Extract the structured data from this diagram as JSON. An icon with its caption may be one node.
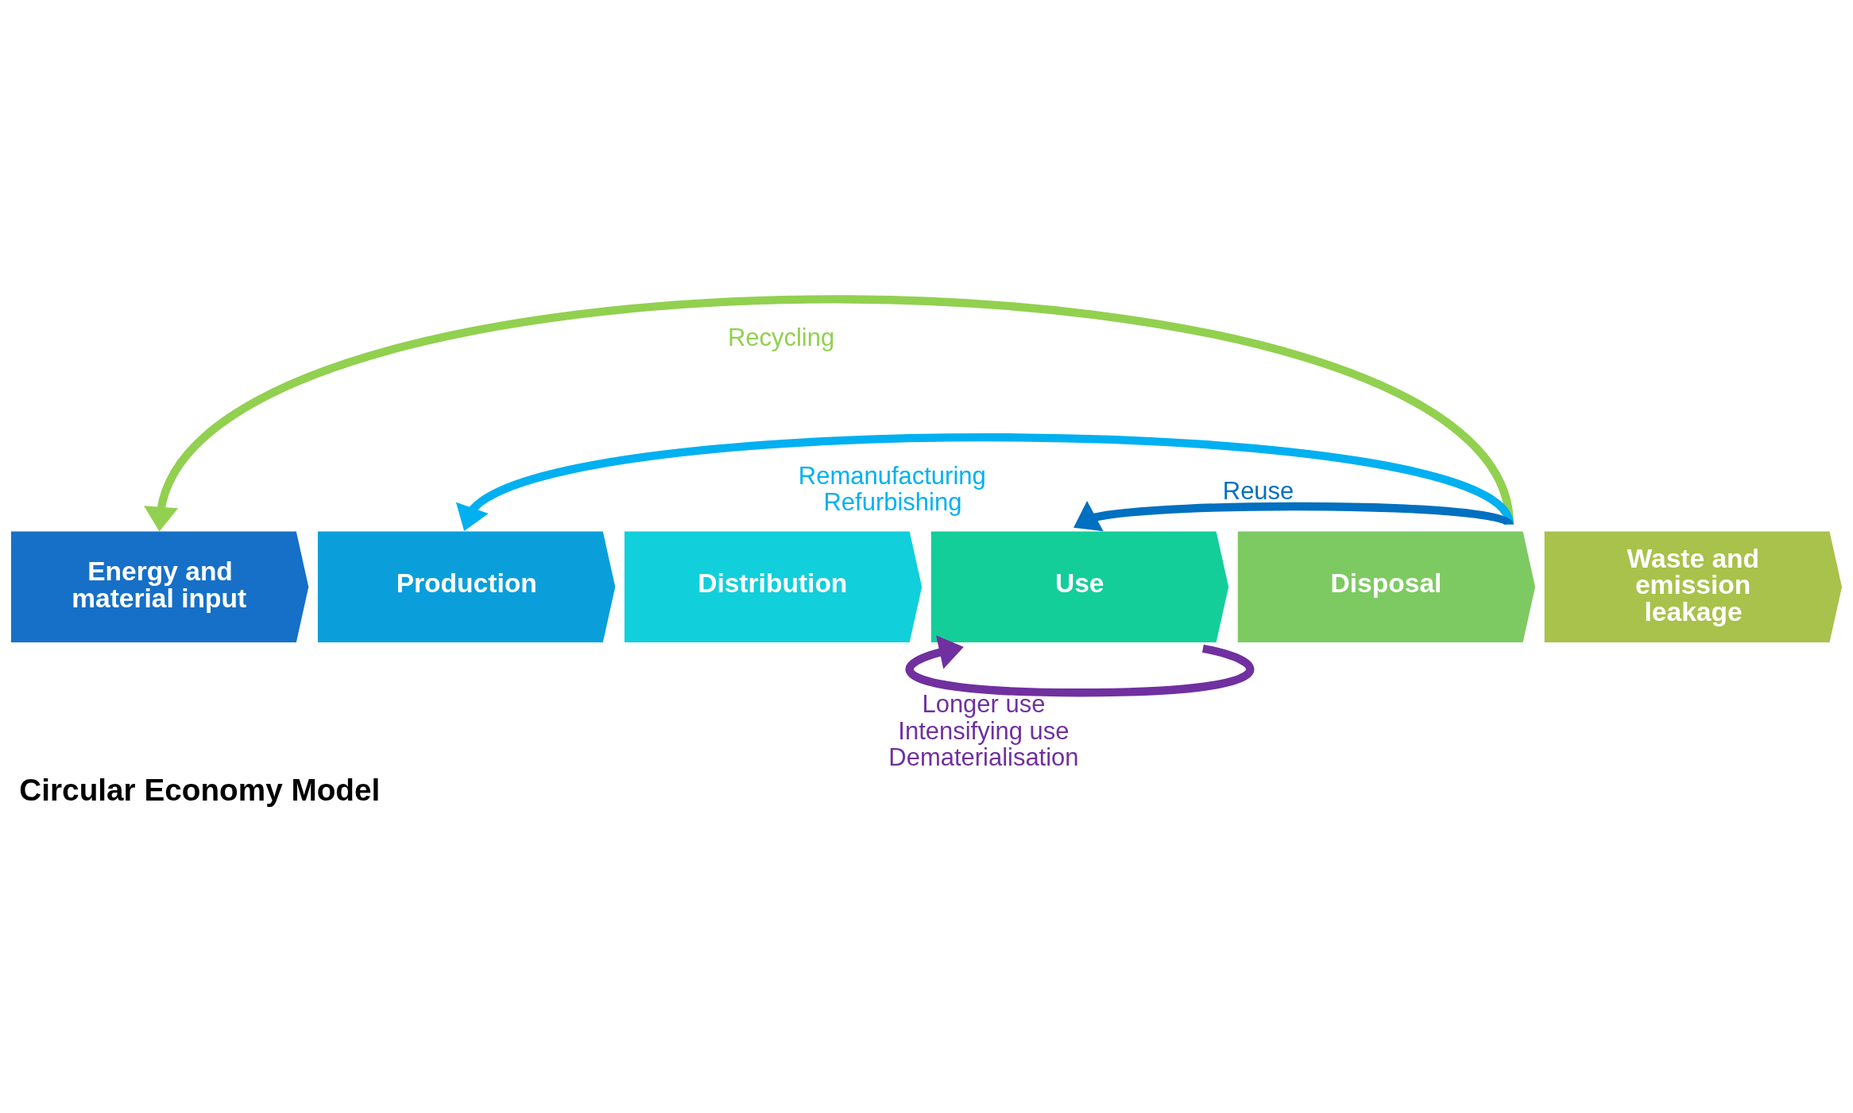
{
  "diagram": {
    "title": "Circular Economy Model",
    "nodes": [
      {
        "text": [
          "Energy and material input"
        ]
      },
      {
        "text": [
          "Production"
        ]
      },
      {
        "text": [
          "Distribution"
        ]
      },
      {
        "text": [
          "Use"
        ]
      },
      {
        "text": [
          "Disposal"
        ]
      },
      {
        "text": [
          "Waste and emission leakage"
        ]
      }
    ],
    "edges": [
      {
        "from": 4,
        "to": 0,
        "arrow": "to",
        "label": "Recycling",
        "color": "#92d050"
      },
      {
        "from": 4,
        "to": 1,
        "arrow": "to",
        "label": "Remanufacturing Refurbishing",
        "color": "#00b0f0"
      },
      {
        "from": 4,
        "to": 3,
        "arrow": "to",
        "label": "Reuse",
        "color": "#0070c0"
      },
      {
        "from": 3,
        "to": 3,
        "arrow": "to",
        "label": "Longer use Intensifying use Dematerialisation",
        "color": "#7030a0"
      }
    ]
  }
}
